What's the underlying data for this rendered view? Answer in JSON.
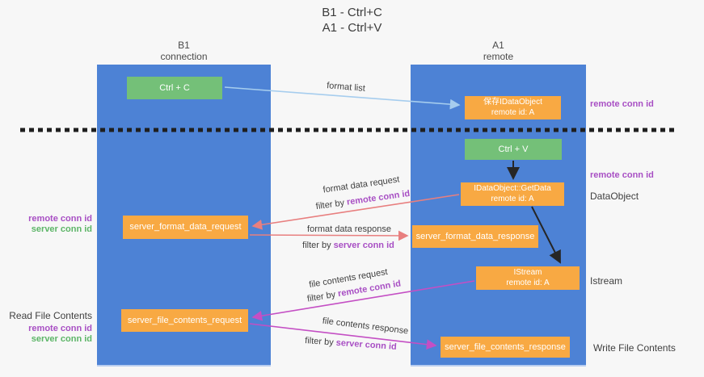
{
  "title": {
    "line1": "B1 - Ctrl+C",
    "line2": "A1 - Ctrl+V"
  },
  "columns": {
    "left": {
      "name": "B1",
      "subtitle": "connection"
    },
    "right": {
      "name": "A1",
      "subtitle": "remote"
    }
  },
  "nodes": {
    "ctrl_c": "Ctrl + C",
    "ctrl_v": "Ctrl + V",
    "save_dataobject": {
      "line1": "保存IDataObject",
      "line2": "remote id: A"
    },
    "getdata": {
      "line1": "IDataObject::GetData",
      "line2": "remote id: A"
    },
    "istream": {
      "line1": "IStream",
      "line2": "remote id: A"
    },
    "format_request": "server_format_data_request",
    "format_response": "server_format_data_response",
    "file_request": "server_file_contents_request",
    "file_response": "server_file_contents_response"
  },
  "labels": {
    "format_list": "format list",
    "format_data_request": "format data request",
    "format_data_response": "format data response",
    "file_contents_request": "file contents request",
    "file_contents_response": "file contents response",
    "filter_by": "filter by",
    "remote_conn_id": "remote conn id",
    "server_conn_id": "server conn id",
    "dataobject": "DataObject",
    "istream": "Istream",
    "read_file_contents": "Read File Contents",
    "write_file_contents": "Write File Contents"
  },
  "colors": {
    "column_blue": "#4d82d5",
    "node_green": "#74c078",
    "node_orange": "#f8a943",
    "remote_conn_purple": "#a84fc4",
    "server_conn_green": "#5cb567",
    "format_arrow_salmon": "#e87f7f",
    "file_arrow_magenta": "#c44fc4",
    "format_list_blue": "#a6cdee",
    "black_arrow": "#262626"
  }
}
